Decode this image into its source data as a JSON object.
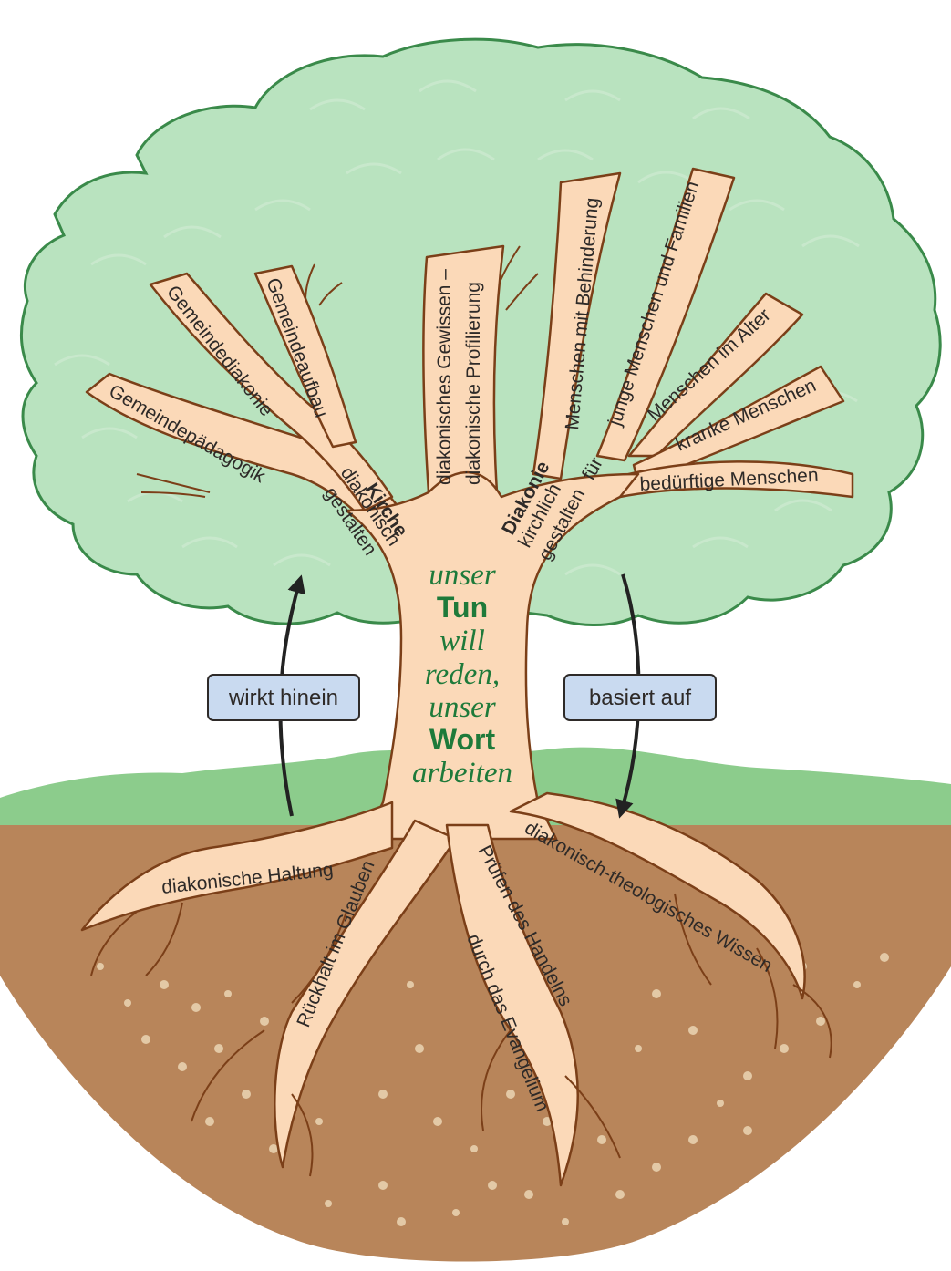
{
  "branches": {
    "gemeindepaedagogik": "Gemeindepädagogik",
    "gemeindediakonie": "Gemeindediakonie",
    "gemeindeaufbau": "Gemeindeaufbau",
    "kirche": "Kirche",
    "kirche_sub1": "diakonisch",
    "kirche_sub2": "gestalten",
    "gewissen_line1": "diakonisches Gewissen –",
    "gewissen_line2": "diakonische Profilierung",
    "diakonie": "Diakonie",
    "diakonie_sub1": "kirchlich",
    "diakonie_sub2": "gestalten",
    "fuer": "für",
    "behinderung": "Menschen mit Behinderung",
    "familien": "junge Menschen und Familien",
    "alter": "Menschen im Alter",
    "kranke": "kranke Menschen",
    "beduerftige": "bedürftige Menschen"
  },
  "trunk": {
    "line1": "unser",
    "line2": "Tun",
    "line3": "will",
    "line4": "reden,",
    "line5": "unser",
    "line6": "Wort",
    "line7": "arbeiten"
  },
  "arrows": {
    "left_label": "wirkt hinein",
    "right_label": "basiert auf"
  },
  "roots": {
    "haltung": "diakonische Haltung",
    "rueckhalt": "Rückhalt im Glauben",
    "pruefen_line1": "Prüfen des Handelns",
    "pruefen_line2": "durch das Evangelium",
    "wissen": "diakonisch-theologisches Wissen"
  },
  "colors": {
    "canopy": "#b9e3bf",
    "canopy_edge": "#3a8a4a",
    "wood": "#fbd9b8",
    "wood_edge": "#7b3f18",
    "soil": "#b8855a",
    "grass": "#8ccc8c",
    "label_box": "#c9daf0",
    "trunk_text": "#1e7a3a"
  }
}
